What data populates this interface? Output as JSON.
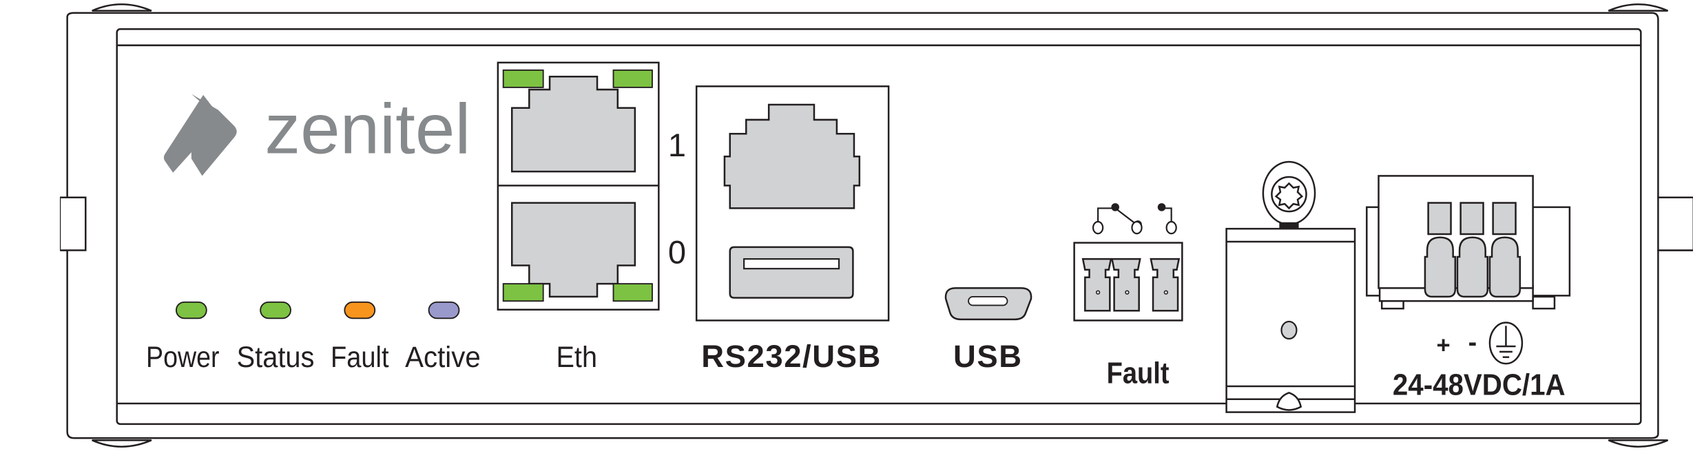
{
  "brand": {
    "name": "zenitel"
  },
  "leds": [
    {
      "label": "Power",
      "color": "#7dc242"
    },
    {
      "label": "Status",
      "color": "#7dc242"
    },
    {
      "label": "Fault",
      "color": "#f7941d"
    },
    {
      "label": "Active",
      "color": "#9a99cc"
    }
  ],
  "eth": {
    "label": "Eth",
    "port_top": "1",
    "port_bottom": "0",
    "led_color": "#7dc242"
  },
  "rs232usb": {
    "label": "RS232/USB"
  },
  "usb": {
    "label": "USB"
  },
  "fault_relay": {
    "label": "Fault"
  },
  "power": {
    "plus": "+",
    "minus": "-",
    "rating": "24-48VDC/1A"
  },
  "colors": {
    "port_gray": "#d1d2d4",
    "logo_gray": "#878a8c",
    "line": "#231f20"
  }
}
